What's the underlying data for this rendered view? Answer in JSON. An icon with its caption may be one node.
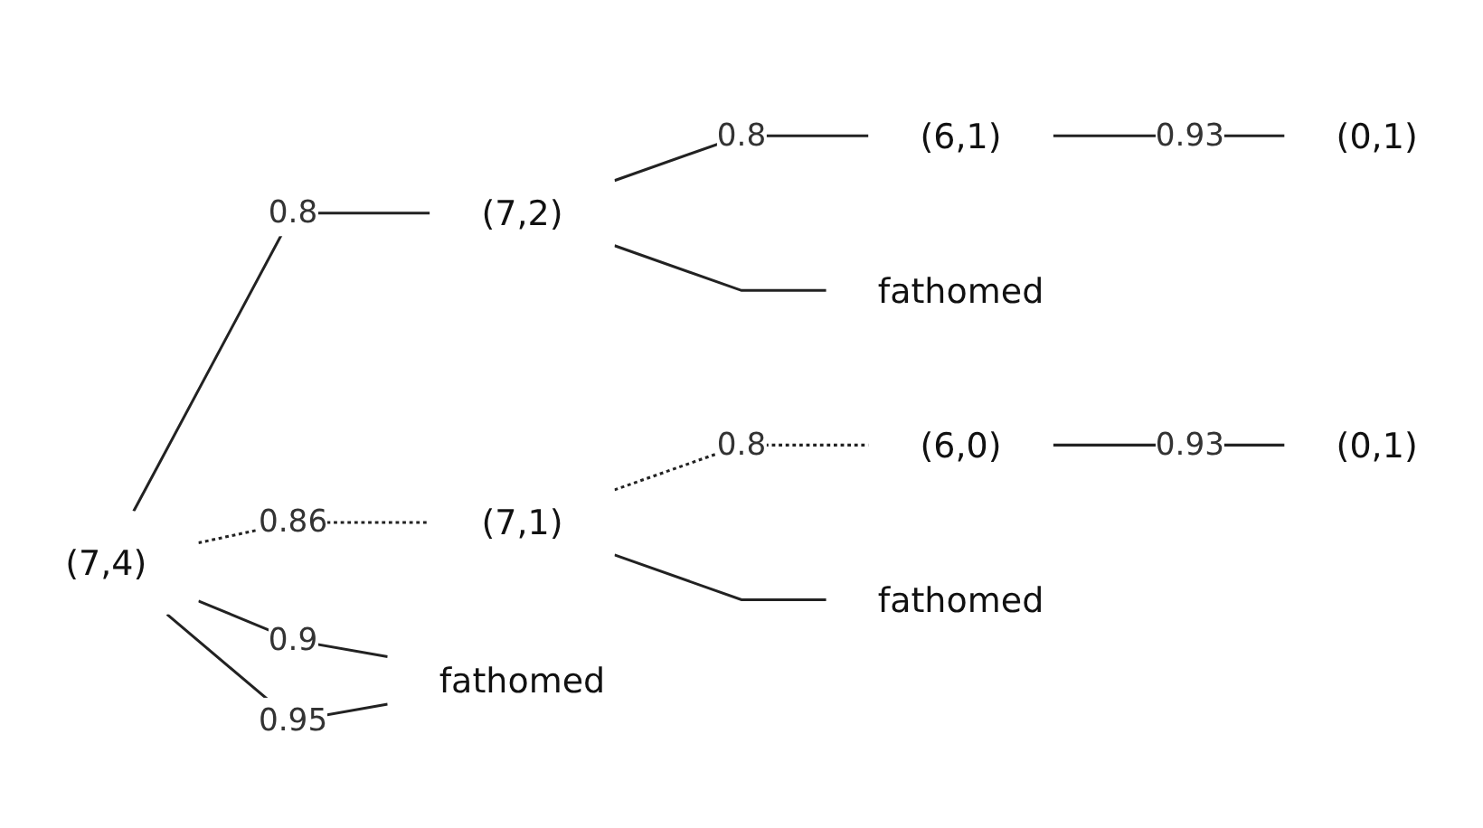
{
  "diagram": {
    "nodes": [
      {
        "text": [
          "(7,4)"
        ]
      },
      {
        "text": [
          "(7,2)"
        ]
      },
      {
        "text": [
          "(6,1)"
        ]
      },
      {
        "text": [
          "(0,1)"
        ]
      },
      {
        "text": [
          "fathomed"
        ]
      },
      {
        "text": [
          "(7,1)"
        ]
      },
      {
        "text": [
          "(6,0)"
        ]
      },
      {
        "text": [
          "(0,1)"
        ]
      },
      {
        "text": [
          "fathomed"
        ]
      },
      {
        "text": [
          "fathomed"
        ]
      }
    ],
    "edges": [
      {
        "from": 0,
        "to": 1,
        "arrow": "none",
        "label": "0.8"
      },
      {
        "from": 1,
        "to": 2,
        "arrow": "none",
        "label": "0.8"
      },
      {
        "from": 2,
        "to": 3,
        "arrow": "none",
        "label": "0.93"
      },
      {
        "from": 1,
        "to": 4,
        "arrow": "none"
      },
      {
        "from": 0,
        "to": 5,
        "arrow": "none",
        "label": "0.86",
        "style": "dashed"
      },
      {
        "from": 5,
        "to": 6,
        "arrow": "none",
        "label": "0.8",
        "style": "dashed"
      },
      {
        "from": 6,
        "to": 7,
        "arrow": "none",
        "label": "0.93"
      },
      {
        "from": 5,
        "to": 8,
        "arrow": "none"
      },
      {
        "from": 0,
        "to": 9,
        "arrow": "none",
        "label": "0.9"
      },
      {
        "from": 0,
        "to": 9,
        "arrow": "none",
        "label": "0.95"
      }
    ]
  }
}
